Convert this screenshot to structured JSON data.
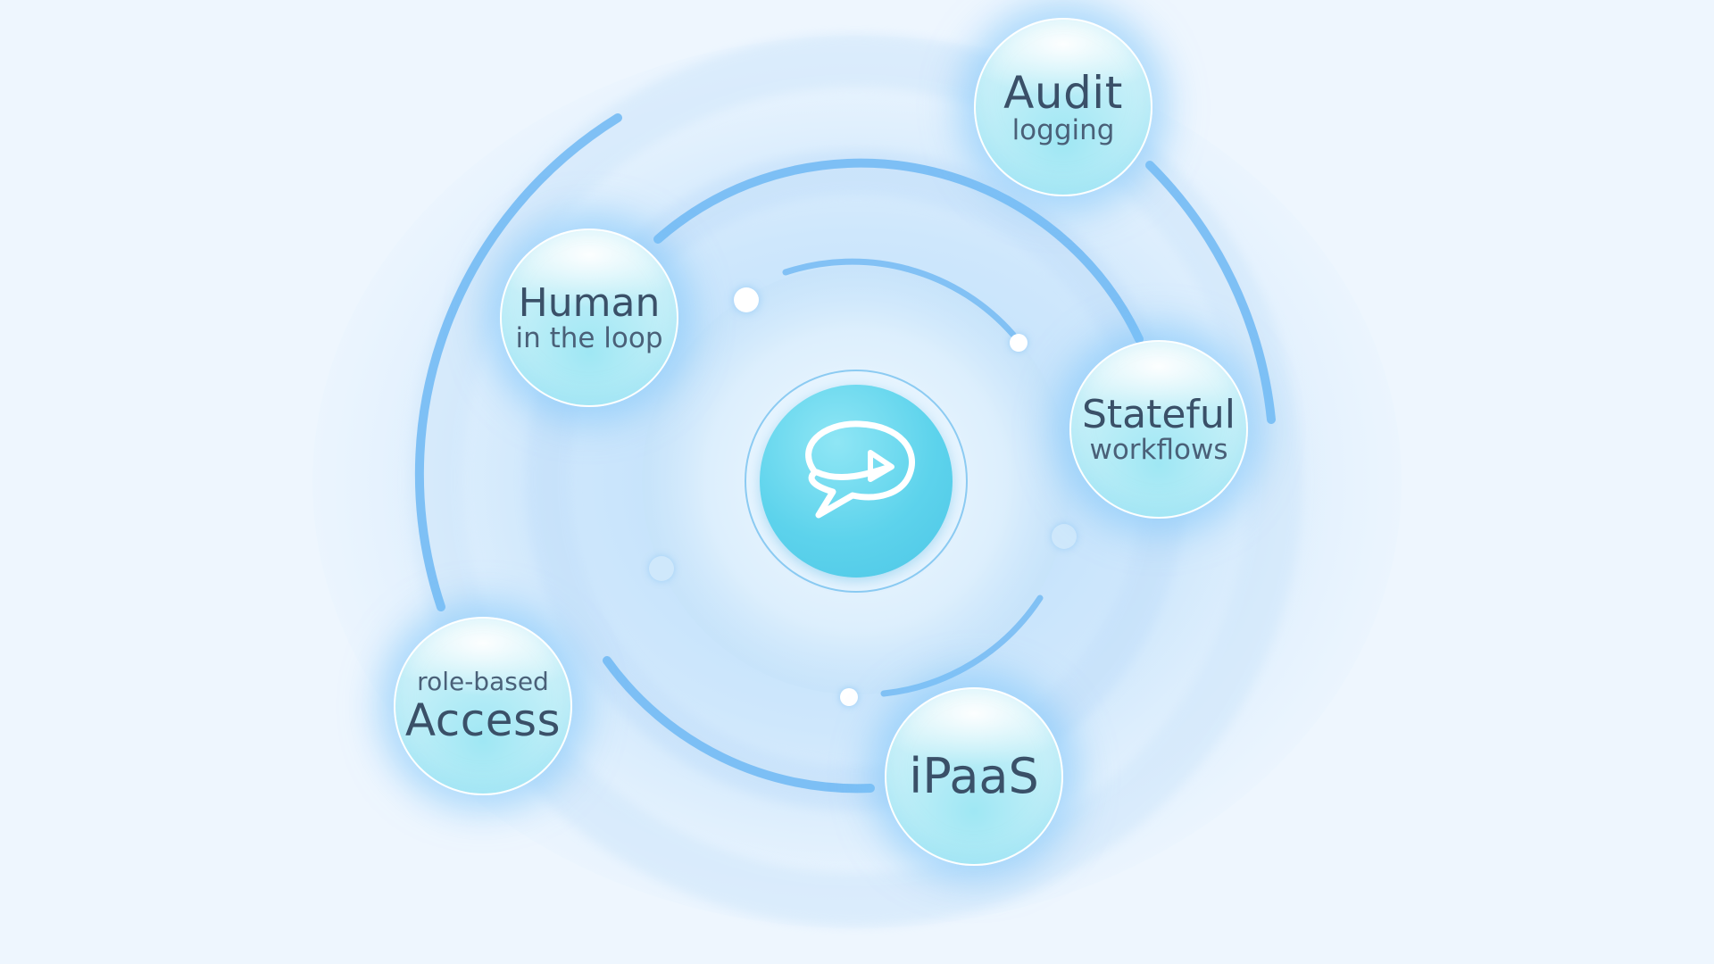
{
  "center": {
    "icon": "chat-bubble-arrow-icon"
  },
  "nodes": {
    "audit": {
      "line1": "Audit",
      "line2": "logging"
    },
    "human": {
      "line1": "Human",
      "line2": "in the loop"
    },
    "stateful": {
      "line1": "Stateful",
      "line2": "workflows"
    },
    "rbac": {
      "line1": "role-based",
      "line2": "Access"
    },
    "ipaas": {
      "line1": "iPaaS"
    }
  },
  "colors": {
    "background": "#eef6fe",
    "orbit": "#6fb8f3",
    "center": "#5dd3ec",
    "text": "#3a5068"
  }
}
